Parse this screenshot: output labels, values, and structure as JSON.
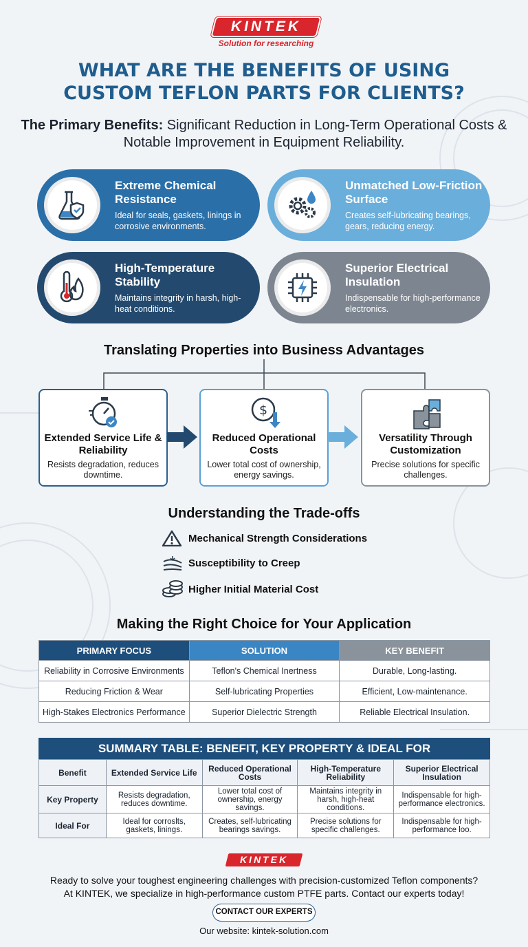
{
  "brand": {
    "name": "KINTEK",
    "tagline": "Solution for researching"
  },
  "title": [
    "WHAT ARE THE BENEFITS OF USING",
    "CUSTOM TEFLON PARTS FOR CLIENTS?"
  ],
  "primary": {
    "lead": "The Primary Benefits:",
    "text": "Significant Reduction in Long-Term Operational Costs & Notable Improvement in Equipment Reliability."
  },
  "benefits": [
    {
      "title": "Extreme Chemical Resistance",
      "desc": "Ideal for seals, gaskets, linings in corrosive environments.",
      "icon": "flask-shield-icon",
      "color": "#2a6fa8"
    },
    {
      "title": "Unmatched Low-Friction Surface",
      "desc": "Creates self-lubricating bearings, gears, reducing energy.",
      "icon": "gears-droplet-icon",
      "color": "#6aaedb"
    },
    {
      "title": "High-Temperature Stability",
      "desc": "Maintains integrity in harsh, high-heat conditions.",
      "icon": "thermometer-flame-icon",
      "color": "#234a6e"
    },
    {
      "title": "Superior Electrical Insulation",
      "desc": "Indispensable for high-performance electronics.",
      "icon": "chip-bolt-icon",
      "color": "#7d8690"
    }
  ],
  "advantages": {
    "title": "Translating Properties into Business Advantages",
    "items": [
      {
        "title": "Extended Service Life & Reliability",
        "desc": "Resists degradation, reduces downtime.",
        "icon": "stopwatch-check-icon"
      },
      {
        "title": "Reduced Operational Costs",
        "desc": "Lower total cost of ownership, energy savings.",
        "icon": "dollar-down-icon"
      },
      {
        "title": "Versatility Through Customization",
        "desc": "Precise solutions for specific challenges.",
        "icon": "puzzle-icon"
      }
    ]
  },
  "tradeoffs": {
    "title": "Understanding the Trade-offs",
    "items": [
      {
        "label": "Mechanical Strength Considerations",
        "icon": "warning-icon"
      },
      {
        "label": "Susceptibility to Creep",
        "icon": "creep-layers-icon"
      },
      {
        "label": "Higher Initial Material Cost",
        "icon": "coins-icon"
      }
    ]
  },
  "choice": {
    "title": "Making the Right Choice for Your Application",
    "headers": [
      "PRIMARY FOCUS",
      "SOLUTION",
      "KEY BENEFIT"
    ],
    "header_colors": [
      "#1e4f7c",
      "#3a86c4",
      "#8a939c"
    ],
    "rows": [
      [
        "Reliability in Corrosive Environments",
        "Teflon's Chemical Inertness",
        "Durable, Long-lasting."
      ],
      [
        "Reducing Friction & Wear",
        "Self-lubricating Properties",
        "Efficient, Low-maintenance."
      ],
      [
        "High-Stakes Electronics Performance",
        "Superior Dielectric Strength",
        "Reliable Electrical Insulation."
      ]
    ]
  },
  "summary": {
    "title": "SUMMARY TABLE: BENEFIT, KEY PROPERTY & IDEAL FOR",
    "header": [
      "Benefit",
      "Extended Service Life",
      "Reduced Operational Costs",
      "High-Temperature Reliability",
      "Superior Electrical Insulation"
    ],
    "rows": [
      [
        "Key Property",
        "Resists degradation, reduces downtime.",
        "Lower total cost of ownership, energy savings.",
        "Maintains integrity in harsh, high-heat conditions.",
        "Indispensable for high-performance electronics."
      ],
      [
        "Ideal For",
        "Ideal for corroslts, gaskets, linings.",
        "Creates, self-lubricating bearings savings.",
        "Precise solutions for specific challenges.",
        "Indispensable for high-performance loo."
      ]
    ]
  },
  "footer": {
    "line1": "Ready to solve your toughest engineering challenges with precision-customized Teflon components?",
    "line2": "At KINTEK, we specialize in high-performance custom PTFE parts. Contact our experts today!",
    "cta": "CONTACT OUR EXPERTS",
    "website": "Our website: kintek-solution.com"
  }
}
